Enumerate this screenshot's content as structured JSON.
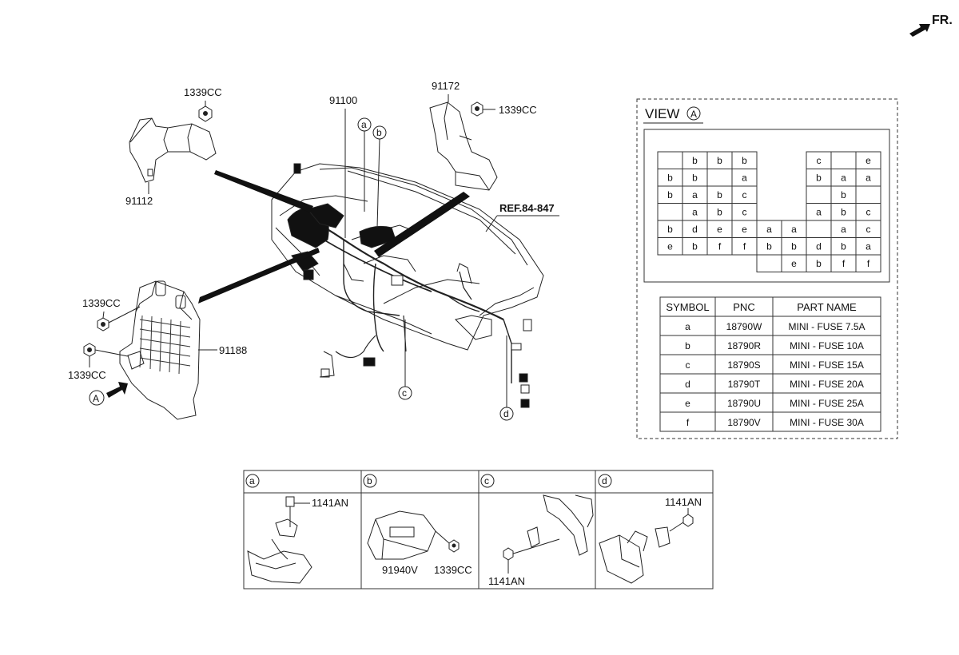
{
  "orientation": {
    "label": "FR."
  },
  "parts": {
    "p91112": "91112",
    "p91100": "91100",
    "p91172": "91172",
    "p91188": "91188",
    "nut_top_left": "1339CC",
    "nut_top_right": "1339CC",
    "nut_mid_left_1": "1339CC",
    "nut_mid_left_2": "1339CC",
    "ref": "REF.84-847"
  },
  "callouts": {
    "a": "a",
    "b": "b",
    "c": "c",
    "d": "d",
    "A": "A"
  },
  "view": {
    "title": "VIEW",
    "symbol": "A",
    "fuse_grid": [
      [
        "",
        "b",
        "b",
        "b",
        "",
        "",
        "c",
        "",
        "e"
      ],
      [
        "b",
        "b",
        "",
        "a",
        "",
        "",
        "b",
        "a",
        "a"
      ],
      [
        "b",
        "a",
        "b",
        "c",
        "",
        "",
        "",
        "b",
        ""
      ],
      [
        "",
        "a",
        "b",
        "c",
        "",
        "",
        "a",
        "b",
        "c"
      ],
      [
        "b",
        "d",
        "e",
        "e",
        "a",
        "a",
        "",
        "a",
        "c"
      ],
      [
        "e",
        "b",
        "f",
        "f",
        "b",
        "b",
        "d",
        "b",
        "a"
      ],
      [
        "",
        "",
        "",
        "",
        "",
        "e",
        "b",
        "f",
        "f"
      ]
    ]
  },
  "parts_table": {
    "headers": [
      "SYMBOL",
      "PNC",
      "PART NAME"
    ],
    "rows": [
      [
        "a",
        "18790W",
        "MINI - FUSE 7.5A"
      ],
      [
        "b",
        "18790R",
        "MINI - FUSE 10A"
      ],
      [
        "c",
        "18790S",
        "MINI - FUSE 15A"
      ],
      [
        "d",
        "18790T",
        "MINI - FUSE 20A"
      ],
      [
        "e",
        "18790U",
        "MINI - FUSE 25A"
      ],
      [
        "f",
        "18790V",
        "MINI - FUSE 30A"
      ]
    ]
  },
  "details": [
    {
      "key": "a",
      "labels": [
        "1141AN"
      ]
    },
    {
      "key": "b",
      "labels": [
        "91940V",
        "1339CC"
      ]
    },
    {
      "key": "c",
      "labels": [
        "1141AN"
      ]
    },
    {
      "key": "d",
      "labels": [
        "1141AN"
      ]
    }
  ]
}
